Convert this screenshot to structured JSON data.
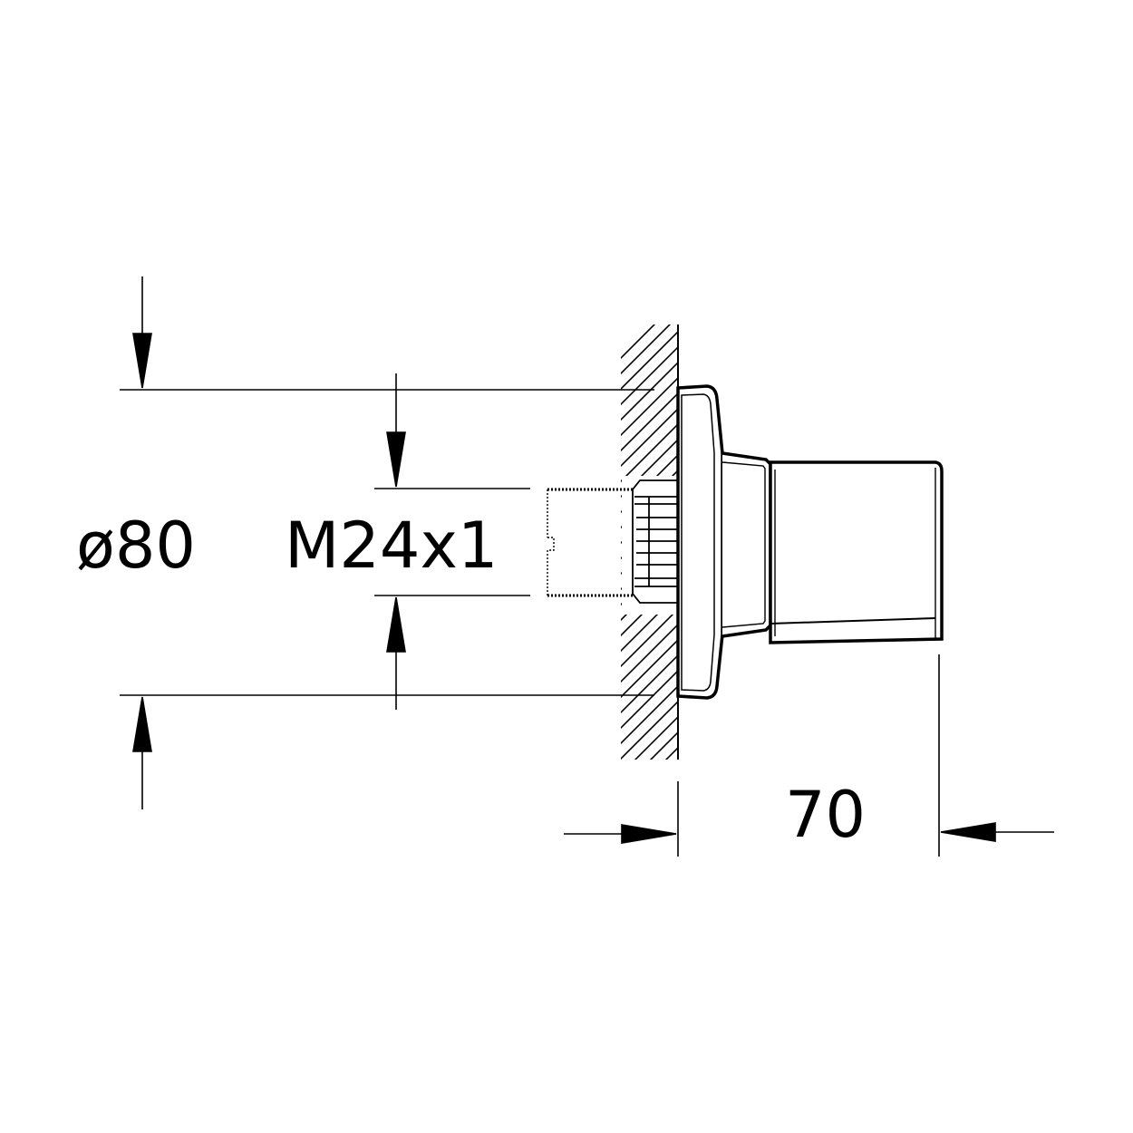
{
  "dimensions": {
    "diameter_label": "ø80",
    "thread_label": "M24x1",
    "depth_label": "70"
  },
  "colors": {
    "line": "#000000",
    "background": "#ffffff"
  }
}
